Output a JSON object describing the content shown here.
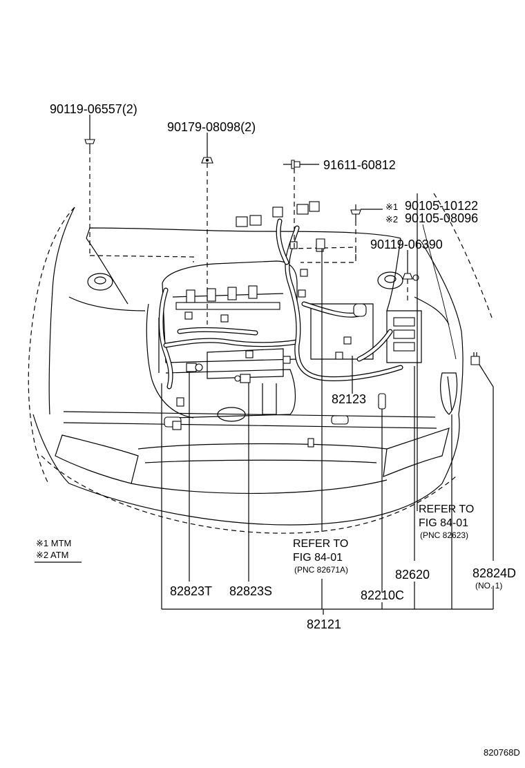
{
  "parts": {
    "bolt_top_left": "90119-06557(2)",
    "clip_top": "90179-08098(2)",
    "bolt_flange": "91611-60812",
    "bolt_mtm": "90105-10122",
    "bolt_atm": "90105-08096",
    "bolt_right": "90119-06390",
    "wire_82123": "82123",
    "refer_fig_1_line1": "REFER TO",
    "refer_fig_1_line2": "FIG 84-01",
    "refer_fig_1_pnc": "(PNC 82623)",
    "refer_fig_2_line1": "REFER TO",
    "refer_fig_2_line2": "FIG 84-01",
    "refer_fig_2_pnc": "(PNC 82671A)",
    "part_82620": "82620",
    "part_82824d": "82824D",
    "part_82824d_note": "(NO. 1)",
    "part_82823t": "82823T",
    "part_82823s": "82823S",
    "part_82210c": "82210C",
    "part_82121": "82121"
  },
  "markers": {
    "mark1": "※1",
    "mark2": "※2"
  },
  "legend": {
    "item1": "※1 MTM",
    "item2": "※2 ATM"
  },
  "figure_id": "820768D"
}
